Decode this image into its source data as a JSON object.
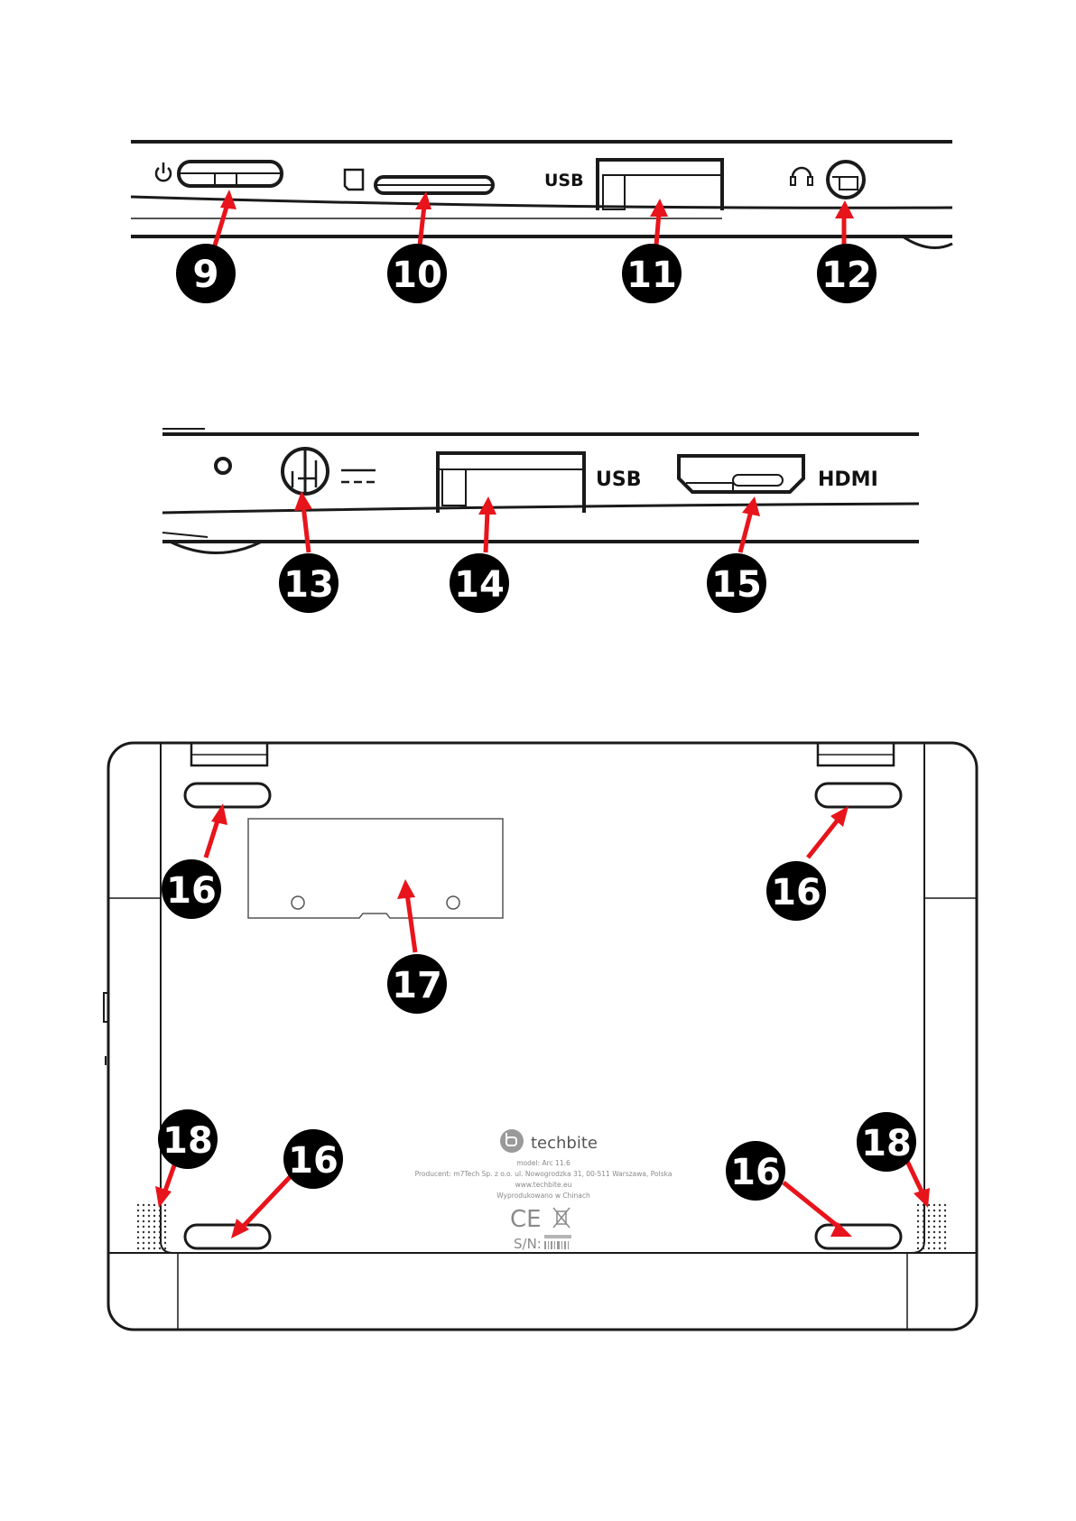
{
  "labels": {
    "usb_top": "USB",
    "usb_bottom": "USB",
    "hdmi": "HDMI",
    "brand": "techbite",
    "model_line": "model: Arc 11.6",
    "producer_line": "Producent: m7Tech Sp. z o.o. ul. Nowogrodzka 31, 00-511 Warszawa, Polska",
    "website_line": "www.techbite.eu",
    "made_in_line": "Wyprodukowano w Chinach",
    "ce_mark": "CE",
    "serial_label": "S/N:"
  },
  "callouts": [
    {
      "id": "9",
      "label": "9"
    },
    {
      "id": "10",
      "label": "10"
    },
    {
      "id": "11",
      "label": "11"
    },
    {
      "id": "12",
      "label": "12"
    },
    {
      "id": "13",
      "label": "13"
    },
    {
      "id": "14",
      "label": "14"
    },
    {
      "id": "15",
      "label": "15"
    },
    {
      "id": "16a",
      "label": "16"
    },
    {
      "id": "16b",
      "label": "16"
    },
    {
      "id": "16c",
      "label": "16"
    },
    {
      "id": "16d",
      "label": "16"
    },
    {
      "id": "17",
      "label": "17"
    },
    {
      "id": "18a",
      "label": "18"
    },
    {
      "id": "18b",
      "label": "18"
    }
  ],
  "colors": {
    "arrow": "#e8141b",
    "callout_fill": "#000000",
    "line": "#1a1a1a"
  }
}
